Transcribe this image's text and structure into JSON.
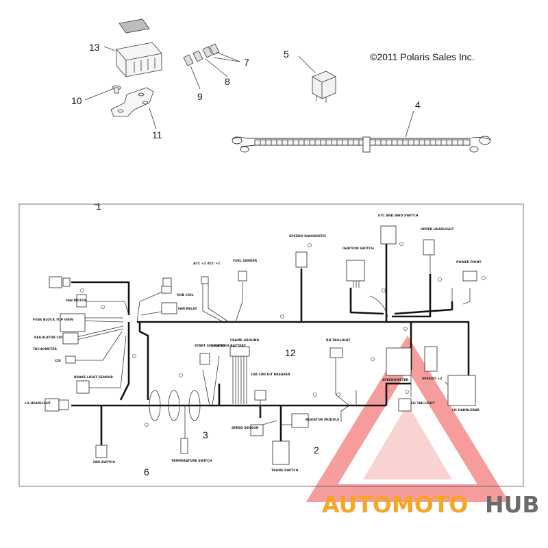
{
  "copyright": "©2011 Polaris Sales Inc.",
  "callouts": [
    "1",
    "2",
    "3",
    "4",
    "5",
    "6",
    "7",
    "8",
    "9",
    "10",
    "11",
    "12",
    "13"
  ],
  "harness_labels": {
    "fan_motor": "FAN MOTOR",
    "hub_coil": "HUB COIL",
    "fan_relay": "FAN RELAY",
    "fuse_block": "FUSE BLOCK TOP VIEW",
    "regulator": "REGULATOR CDI",
    "tachometer": "TACHOMETER",
    "cdi": "CDI",
    "brake_light": "BRAKE LIGHT SENSOR",
    "lh_headlight": "LH HEADLIGHT",
    "fan_switch": "FAN SWITCH",
    "temperature_switch": "TEMPERATURE SWITCH",
    "acc": "ACC +2  ACC +1",
    "fuel_sender": "FUEL SENDER",
    "speedo_diagnostic": "SPEEDO DIAGNOSTIC",
    "ignition_switch": "IGNITION SWITCH",
    "etc_awd_switch": "ETC AND AWD SWITCH",
    "upper_headlight": "UPPER HEADLIGHT",
    "power_point": "POWER POINT",
    "start_solenoid": "START SOLENOID",
    "solenoid_battery": "SOLENOID BATTERY",
    "frame_ground": "FRAME GROUND",
    "circuit_breaker": "10A CIRCUIT BREAKER",
    "rh_taillight": "RH TAILLIGHT",
    "speedometer": "SPEEDOMETER",
    "speedo_2": "SPEEDO +2",
    "resistor_module": "RESISTOR MODULE",
    "speed_sensor": "SPEED SENSOR",
    "trans_switch": "TRANS SWITCH",
    "lh_taillight": "LH TAILLIGHT",
    "lh_handlebar": "LH HANDLEBAR"
  },
  "watermark": {
    "part1": "AUTOMOTO",
    "part2": "HUB"
  },
  "colors": {
    "wire": "#111111",
    "line": "#333333",
    "wm_red": "#ef4c4c",
    "wm_orange": "#f5a623",
    "wm_gray": "#6b6b6b"
  }
}
